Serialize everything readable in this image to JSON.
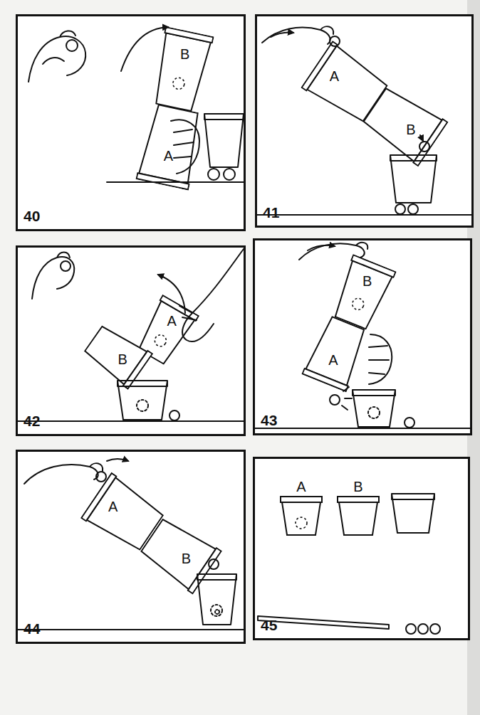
{
  "diagram": {
    "nodes": [
      {
        "text": [
          "40"
        ]
      },
      {
        "text": [
          "B"
        ],
        "in": 0
      },
      {
        "text": [
          "A"
        ],
        "in": 0
      },
      {
        "text": [
          "41"
        ]
      },
      {
        "text": [
          "A"
        ],
        "in": 3
      },
      {
        "text": [
          "B"
        ],
        "in": 3
      },
      {
        "text": [
          "42"
        ]
      },
      {
        "text": [
          "A"
        ],
        "in": 6
      },
      {
        "text": [
          "B"
        ],
        "in": 6
      },
      {
        "text": [
          "43"
        ]
      },
      {
        "text": [
          "B"
        ],
        "in": 9
      },
      {
        "text": [
          "A"
        ],
        "in": 9
      },
      {
        "text": [
          "44"
        ]
      },
      {
        "text": [
          "A"
        ],
        "in": 12
      },
      {
        "text": [
          "B"
        ],
        "in": 12
      },
      {
        "text": [
          "45"
        ]
      },
      {
        "text": [
          "A"
        ],
        "in": 15
      },
      {
        "text": [
          "B"
        ],
        "in": 15
      }
    ]
  }
}
